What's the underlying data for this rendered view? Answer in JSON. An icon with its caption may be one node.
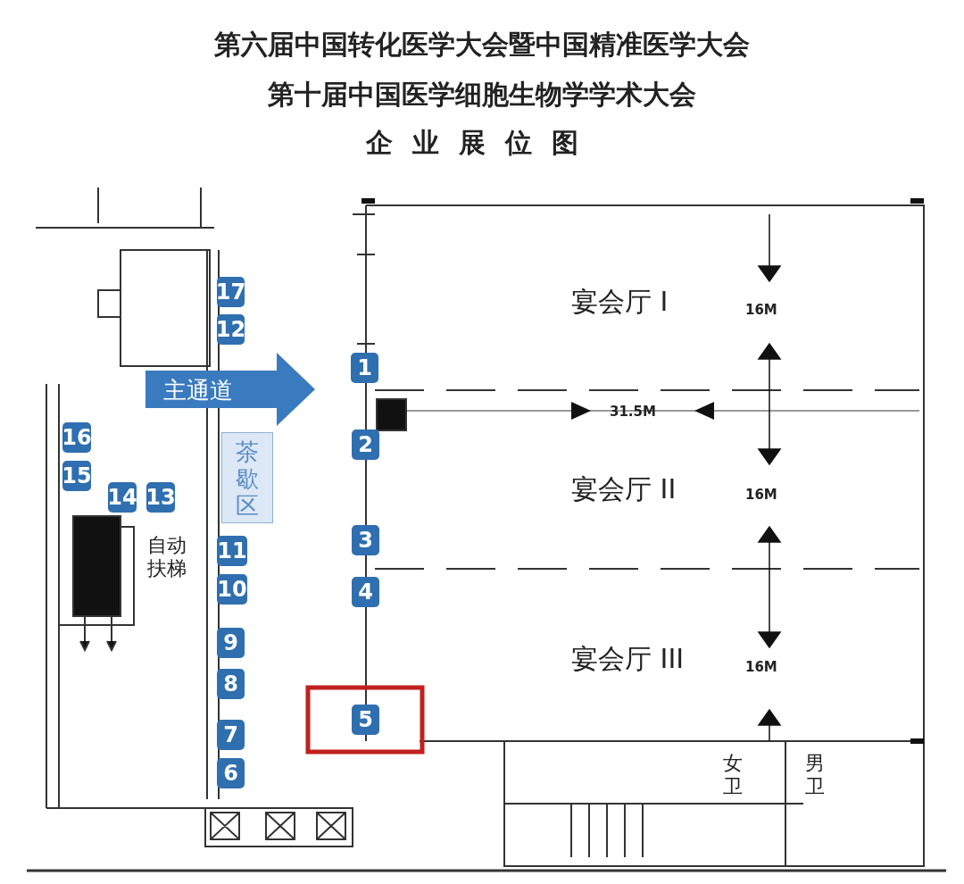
{
  "diagram": {
    "title": "企业展位图",
    "nodes": [
      {
        "text": [
          "17"
        ]
      },
      {
        "text": [
          "12"
        ]
      },
      {
        "text": [
          "1"
        ]
      },
      {
        "text": [
          "主通道"
        ]
      },
      {
        "text": [
          "16"
        ]
      },
      {
        "text": [
          "2"
        ]
      },
      {
        "text": [
          "15"
        ]
      },
      {
        "text": [
          "茶歇区"
        ]
      },
      {
        "text": [
          "14"
        ]
      },
      {
        "text": [
          "13"
        ]
      },
      {
        "text": [
          "3"
        ]
      },
      {
        "text": [
          "11"
        ]
      },
      {
        "text": [
          "10"
        ]
      },
      {
        "text": [
          "4"
        ]
      },
      {
        "text": [
          "9"
        ]
      },
      {
        "text": [
          "8"
        ]
      },
      {
        "text": [
          "5"
        ]
      },
      {
        "text": [
          "7"
        ]
      },
      {
        "text": [
          "6"
        ]
      }
    ],
    "labels": [
      "第六届中国转化医学大会暨中国精准医学大会",
      "第十届中国医学细胞生物学学术大会",
      "宴会厅 I",
      "16M",
      "31.5M",
      "宴会厅 II",
      "16M",
      "自动扶梯",
      "宴会厅 III",
      "16M",
      "女卫",
      "男卫"
    ]
  }
}
